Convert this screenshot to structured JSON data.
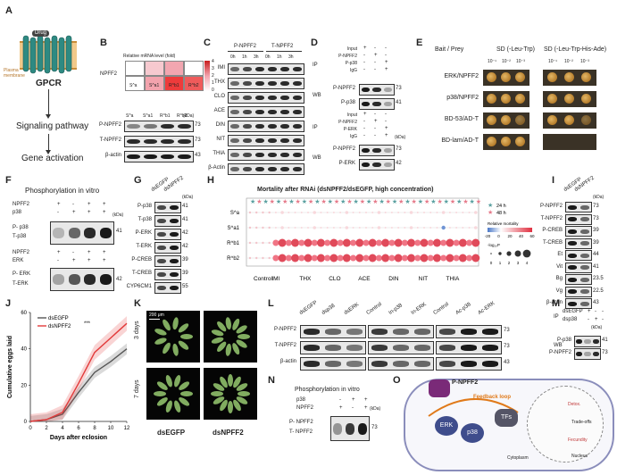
{
  "panels": {
    "A": {
      "label": "A",
      "drug": "Drug",
      "membrane": "Plasma membrane",
      "receptor": "GPCR",
      "step1": "Signaling pathway",
      "step2": "Gene activation"
    },
    "B": {
      "label": "B",
      "heatmap_title": "Relative mRNA level (fold)",
      "row_label": "NPFF2",
      "cells": [
        "S^a",
        "S^a1",
        "R^b1",
        "R^b2"
      ],
      "cell_colors": [
        "#ffffff",
        "#f6c9cf",
        "#f2a6b0",
        "#ffffff",
        "#ffffff",
        "#f3a3ad",
        "#ee3b3b",
        "#ef5b5b"
      ],
      "scale": [
        "4",
        "3",
        "2",
        "1",
        "0"
      ],
      "wb_cols": [
        "S^a",
        "S^a1",
        "R^b1",
        "R^b2"
      ],
      "wb_kda": "(kDa)",
      "rows": [
        {
          "name": "P-NPFF2",
          "kda": "73"
        },
        {
          "name": "T-NPFF2",
          "kda": "73"
        },
        {
          "name": "β-actin",
          "kda": "43"
        }
      ]
    },
    "C": {
      "label": "C",
      "group1": "P-NPFF2",
      "group2": "T-NPFF2",
      "times": [
        "0h",
        "1h",
        "3h",
        "0h",
        "1h",
        "3h"
      ],
      "rows": [
        "IMI",
        "THX",
        "CLO",
        "ACE",
        "DIN",
        "NIT",
        "THIA",
        "β-Actin"
      ]
    },
    "D": {
      "label": "D",
      "top_ip": "IP",
      "top_wb": "WB",
      "top_conditions": [
        {
          "name": "Input",
          "vals": [
            "+",
            "-",
            "-"
          ]
        },
        {
          "name": "P-NPFF2",
          "vals": [
            "-",
            "+",
            "-"
          ]
        },
        {
          "name": "P-p38",
          "vals": [
            "-",
            "-",
            "+"
          ]
        },
        {
          "name": "IgG",
          "vals": [
            "-",
            "-",
            "+"
          ]
        }
      ],
      "top_rows": [
        {
          "name": "P-NPFF2",
          "kda": "73"
        },
        {
          "name": "P-p38",
          "kda": "41"
        }
      ],
      "bot_ip": "IP",
      "bot_wb": "WB",
      "bot_conditions": [
        {
          "name": "Input",
          "vals": [
            "+",
            "-",
            "-"
          ]
        },
        {
          "name": "P-NPFF2",
          "vals": [
            "-",
            "+",
            "-"
          ]
        },
        {
          "name": "P-ERK",
          "vals": [
            "-",
            "-",
            "+"
          ]
        },
        {
          "name": "IgG",
          "vals": [
            "-",
            "-",
            "+"
          ]
        }
      ],
      "kda": "(kDa)",
      "bot_rows": [
        {
          "name": "P-NPFF2",
          "kda": "73"
        },
        {
          "name": "P-ERK",
          "kda": "42"
        }
      ]
    },
    "E": {
      "label": "E",
      "col1": "Bait / Prey",
      "col2": "SD (-Leu-Trp)",
      "col3": "SD (-Leu-Trp-His-Ade)",
      "dilutions": [
        "10⁻¹",
        "10⁻²",
        "10⁻³"
      ],
      "rows": [
        "ERK/NPFF2",
        "p38/NPFF2",
        "BD-53/AD-T",
        "BD-lam/AD-T"
      ]
    },
    "F": {
      "label": "F",
      "title": "Phosphorylation in vitro",
      "top_conditions": [
        {
          "name": "NPFF2",
          "vals": [
            "+",
            "-",
            "+",
            "+"
          ]
        },
        {
          "name": "p38",
          "vals": [
            "-",
            "+",
            "+",
            "+"
          ]
        }
      ],
      "top_rows": [
        "P- p38",
        "T-p38"
      ],
      "top_kda": "41",
      "kda": "(kDa)",
      "bot_conditions": [
        {
          "name": "NPFF2",
          "vals": [
            "+",
            "-",
            "+",
            "+"
          ]
        },
        {
          "name": "ERK",
          "vals": [
            "-",
            "+",
            "+",
            "+"
          ]
        }
      ],
      "bot_rows": [
        "P- ERK",
        "T-ERK"
      ],
      "bot_kda": "42"
    },
    "G": {
      "label": "G",
      "cols": [
        "dsEGFP",
        "dsNPFF2"
      ],
      "kda": "(kDa)",
      "rows": [
        {
          "name": "P-p38",
          "kda": "41"
        },
        {
          "name": "T-p38",
          "kda": "41"
        },
        {
          "name": "P-ERK",
          "kda": "42"
        },
        {
          "name": "T-ERK",
          "kda": "42"
        },
        {
          "name": "P-CREB",
          "kda": "39"
        },
        {
          "name": "T-CREB",
          "kda": "39"
        },
        {
          "name": "CYP6CM1",
          "kda": "55"
        }
      ]
    },
    "H": {
      "label": "H",
      "title": "Mortality after RNAi (dsNPFF2/dsEGFP, high concentration)",
      "legend_24": "24 h",
      "legend_48": "48 h",
      "colorbar_title": "Relative mortality",
      "colorbar_ticks": [
        "-20",
        "0",
        "20",
        "40",
        "60"
      ],
      "size_title": "-log₁₀P",
      "size_ticks": [
        "0",
        "1",
        "2",
        "3",
        "4"
      ],
      "rows": [
        "S^a",
        "S^a1",
        "R^b1",
        "R^b2"
      ],
      "groups": [
        "Control",
        "IMI",
        "THX",
        "CLO",
        "ACE",
        "DIN",
        "NIT",
        "THIA"
      ]
    },
    "I": {
      "label": "I",
      "cols": [
        "dsEGFP",
        "dsNPFF2"
      ],
      "kda": "(kDa)",
      "rows": [
        {
          "name": "P-NPFF2",
          "kda": "73"
        },
        {
          "name": "T-NPFF2",
          "kda": "73"
        },
        {
          "name": "P-CREB",
          "kda": "39"
        },
        {
          "name": "T-CREB",
          "kda": "39"
        },
        {
          "name": "Et",
          "kda": "44"
        },
        {
          "name": "Vit",
          "kda": "41"
        },
        {
          "name": "Bg",
          "kda": "23.5"
        },
        {
          "name": "Vg",
          "kda": "22.5"
        },
        {
          "name": "β-actin",
          "kda": "43"
        }
      ]
    },
    "J": {
      "label": "J",
      "ylabel": "Cumulative eggs laid",
      "xlabel": "Days after eclosion",
      "sig": "***"
    },
    "K": {
      "label": "K",
      "scale": "200 μm",
      "row1": "3 days",
      "row2": "7 days",
      "col1": "dsEGFP",
      "col2": "dsNPFF2"
    },
    "L": {
      "label": "L",
      "cols": [
        "dsEGFP",
        "dsp38",
        "dsERK",
        "Control",
        "In-p38",
        "In-ERK",
        "Control",
        "Ac-p38",
        "Ac-ERK"
      ],
      "rows": [
        {
          "name": "P-NPFF2",
          "kda": "73"
        },
        {
          "name": "T-NPFF2",
          "kda": "73"
        },
        {
          "name": "β-actin",
          "kda": "43"
        }
      ]
    },
    "M": {
      "label": "M",
      "ip": "IP",
      "wb": "WB",
      "conditions": [
        {
          "name": "dsEGFP",
          "vals": [
            "+",
            "-",
            "-"
          ]
        },
        {
          "name": "dsp38",
          "vals": [
            "-",
            "+",
            "-"
          ]
        }
      ],
      "kda": "(kDa)",
      "rows": [
        {
          "name": "P-p38",
          "kda": "41"
        },
        {
          "name": "P-NPFF2",
          "kda": "73"
        }
      ]
    },
    "N": {
      "label": "N",
      "title": "Phosphorylation in vitro",
      "conditions": [
        {
          "name": "p38",
          "vals": [
            "-",
            "+",
            "+"
          ]
        },
        {
          "name": "NPFF2",
          "vals": [
            "+",
            "-",
            "+"
          ]
        }
      ],
      "kda": "(kDa)",
      "rows": [
        "P- NPFF2",
        "T- NPFF2"
      ],
      "row_kda": "73"
    },
    "O": {
      "label": "O",
      "npff2": "P-NPFF2",
      "loop": "Feedback loop",
      "erk": "ERK",
      "p38": "p38",
      "tfs": "TFs",
      "cyto": "Cytoplasm",
      "nucleus": "Nucleus",
      "tradeoff": "Trade-offs",
      "gene1": "Detox.",
      "gene2": "Fecundity"
    }
  },
  "chart_data": {
    "type": "line",
    "title": "",
    "xlabel": "Days after eclosion",
    "ylabel": "Cumulative eggs laid",
    "x": [
      0,
      2,
      4,
      6,
      8,
      10,
      12
    ],
    "xlim": [
      0,
      12
    ],
    "ylim": [
      0,
      60
    ],
    "xticks": [
      "0",
      "2",
      "4",
      "6",
      "8",
      "10",
      "12"
    ],
    "yticks": [
      "0",
      "20",
      "40",
      "60"
    ],
    "series": [
      {
        "name": "dsEGFP",
        "color": "#555555",
        "values": [
          0,
          1,
          4,
          16,
          27,
          33,
          40
        ]
      },
      {
        "name": "dsNPFF2",
        "color": "#e23a3a",
        "values": [
          0,
          1,
          5,
          21,
          38,
          46,
          54
        ]
      }
    ],
    "annotation": "***"
  }
}
